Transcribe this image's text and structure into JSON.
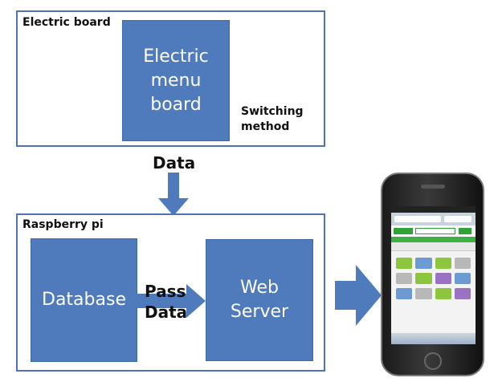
{
  "electric_board": {
    "label": "Electric board",
    "menu_box": "Electric\nmenu\nboard",
    "switching": "Switching\nmethod"
  },
  "data_label": "Data",
  "raspberry": {
    "label": "Raspberry pi",
    "database": "Database",
    "pass_data": "Pass\nData",
    "web_server": "Web\nServer"
  },
  "colors": {
    "box_fill": "#4f7bbd",
    "frame_border": "#4f74b3",
    "arrow_fill": "#4f7bbd"
  },
  "icons": {
    "phone": "smartphone-icon"
  }
}
